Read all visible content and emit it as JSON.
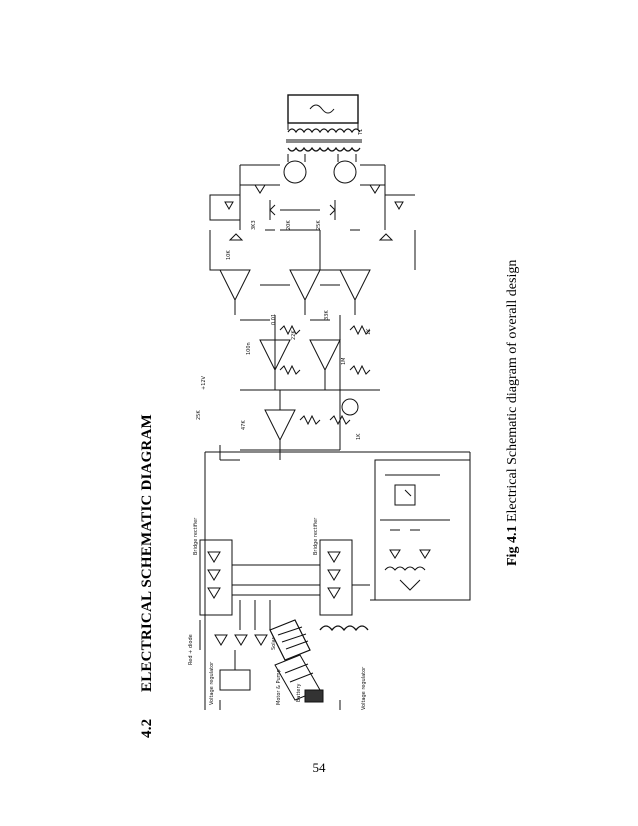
{
  "section": {
    "number": "4.2",
    "title": "ELECTRICAL SCHEMATIC DIAGRAM"
  },
  "figure": {
    "label": "Fig 4.1",
    "caption": "Electrical Schematic diagram of  overall design"
  },
  "page_number": "54",
  "schematic_labels": {
    "transformer": "T1",
    "r25k": "25K",
    "r10k": "10K",
    "r22k": "22K",
    "r1k": "1K",
    "r47k": "47K",
    "r33k": "33K",
    "r3k3": "3K3",
    "r1m": "1M",
    "v12": "+12V",
    "c01": "0.01",
    "c100n": "100n",
    "pot": "1K",
    "vr1": "20K",
    "vr2": "25K",
    "sensor_top": "Voltage regulator",
    "sensor_bottom": "Voltage regulator",
    "led_label": "Red + diode",
    "bridge_top": "Bridge rectifier",
    "bridge_bot": "Bridge rectifier",
    "solar": "Solar",
    "motor": "Motor & Pump",
    "battery": "Battery"
  }
}
